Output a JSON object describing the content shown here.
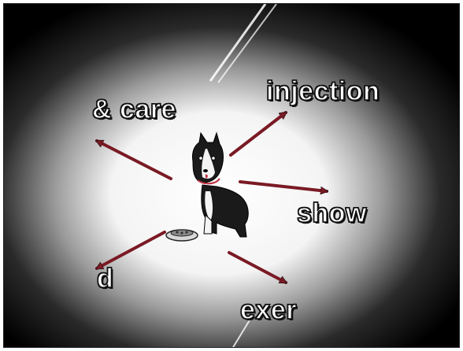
{
  "slide": {
    "labels": {
      "care": "& care",
      "injection": "injection",
      "show": "show",
      "food": "d",
      "exercise": "exer"
    }
  },
  "colors": {
    "background": "#000000",
    "glow": "#ffffff",
    "arrow": "#7a1a24",
    "dog_body": "#1a1a1a"
  },
  "icons": {
    "center": "dog-icon",
    "bowl": "food-bowl-icon"
  }
}
